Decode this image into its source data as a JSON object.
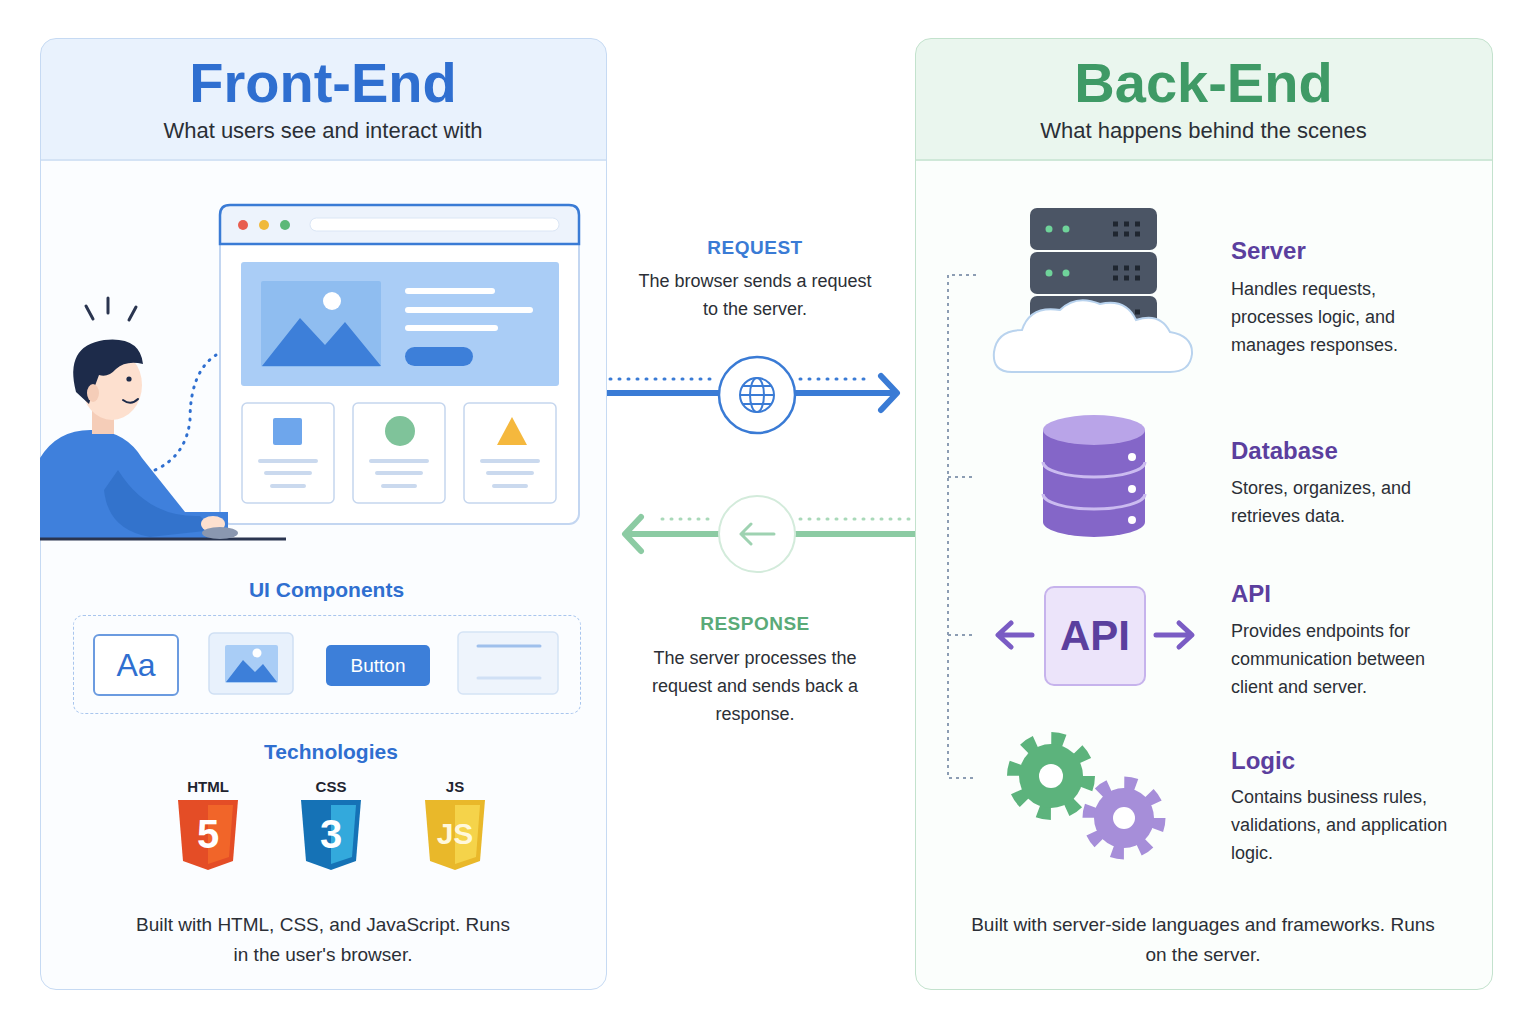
{
  "diagram": {
    "nodes": [
      {
        "text": [
          "Front-End",
          "What users see and interact with",
          "Built with HTML, CSS, and JavaScript. Runs in the user's browser."
        ]
      },
      {
        "text": [
          "UI Components"
        ],
        "in": 0
      },
      {
        "text": [
          "Aa"
        ],
        "in": 1
      },
      {
        "text": [
          "Button"
        ],
        "in": 1
      },
      {
        "text": [
          "Back-End",
          "What happens behind the scenes",
          "Built with server-side languages and frameworks. Runs on the server."
        ]
      },
      {
        "text": [
          "API"
        ],
        "in": 4
      }
    ],
    "edges": [
      {
        "from": 0,
        "to": 4,
        "arrow": "to",
        "label": "REQUEST"
      },
      {
        "from": 4,
        "to": 0,
        "arrow": "to",
        "label": "RESPONSE"
      }
    ],
    "labels": [
      "Technologies",
      "HTML",
      "CSS",
      "JS",
      "5",
      "3",
      "JS",
      "The browser sends a request to the server.",
      "The server processes the request and sends back a response.",
      "Server",
      "Handles requests, processes logic, and manages responses.",
      "Database",
      "Stores, organizes, and retrieves data.",
      "API",
      "Provides endpoints for communication between client and server.",
      "Logic",
      "Contains business rules, validations, and application logic."
    ]
  }
}
